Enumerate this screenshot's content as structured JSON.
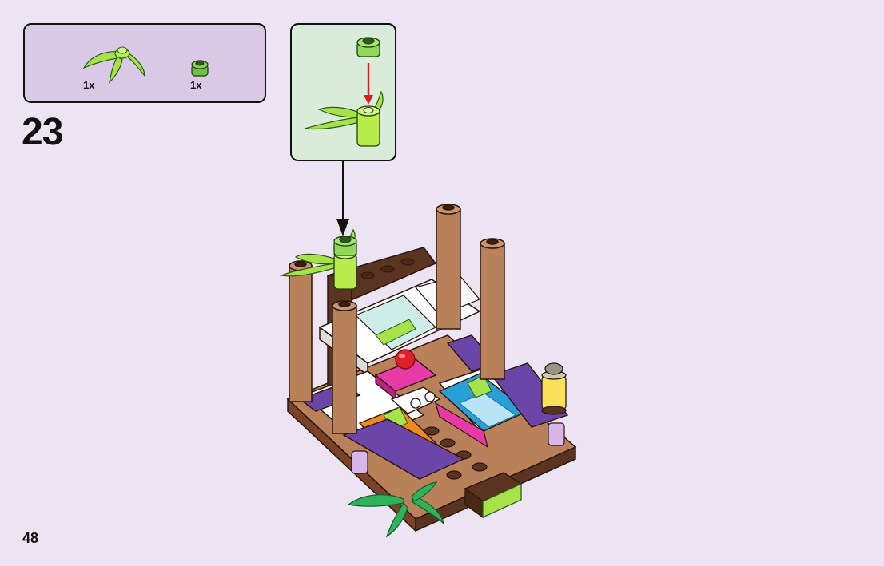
{
  "parts_list": {
    "items": [
      {
        "name": "plant-leaves-part",
        "quantity": "1x"
      },
      {
        "name": "round-brick-part",
        "quantity": "1x"
      }
    ]
  },
  "step": {
    "number": "23"
  },
  "page": {
    "number": "48"
  },
  "colors": {
    "page_background": "#ede4f3",
    "parts_box": "#d9c8e6",
    "callout_box": "#d9ecd9",
    "lime_green": "#9fe03a",
    "dark_brown": "#5a3420",
    "reddish_brown": "#7a4327",
    "tan_wood": "#b9815a",
    "dark_purple": "#6b45a8",
    "pink": "#e83aa6",
    "azure": "#2a9fd6",
    "orange": "#f28a1b"
  }
}
